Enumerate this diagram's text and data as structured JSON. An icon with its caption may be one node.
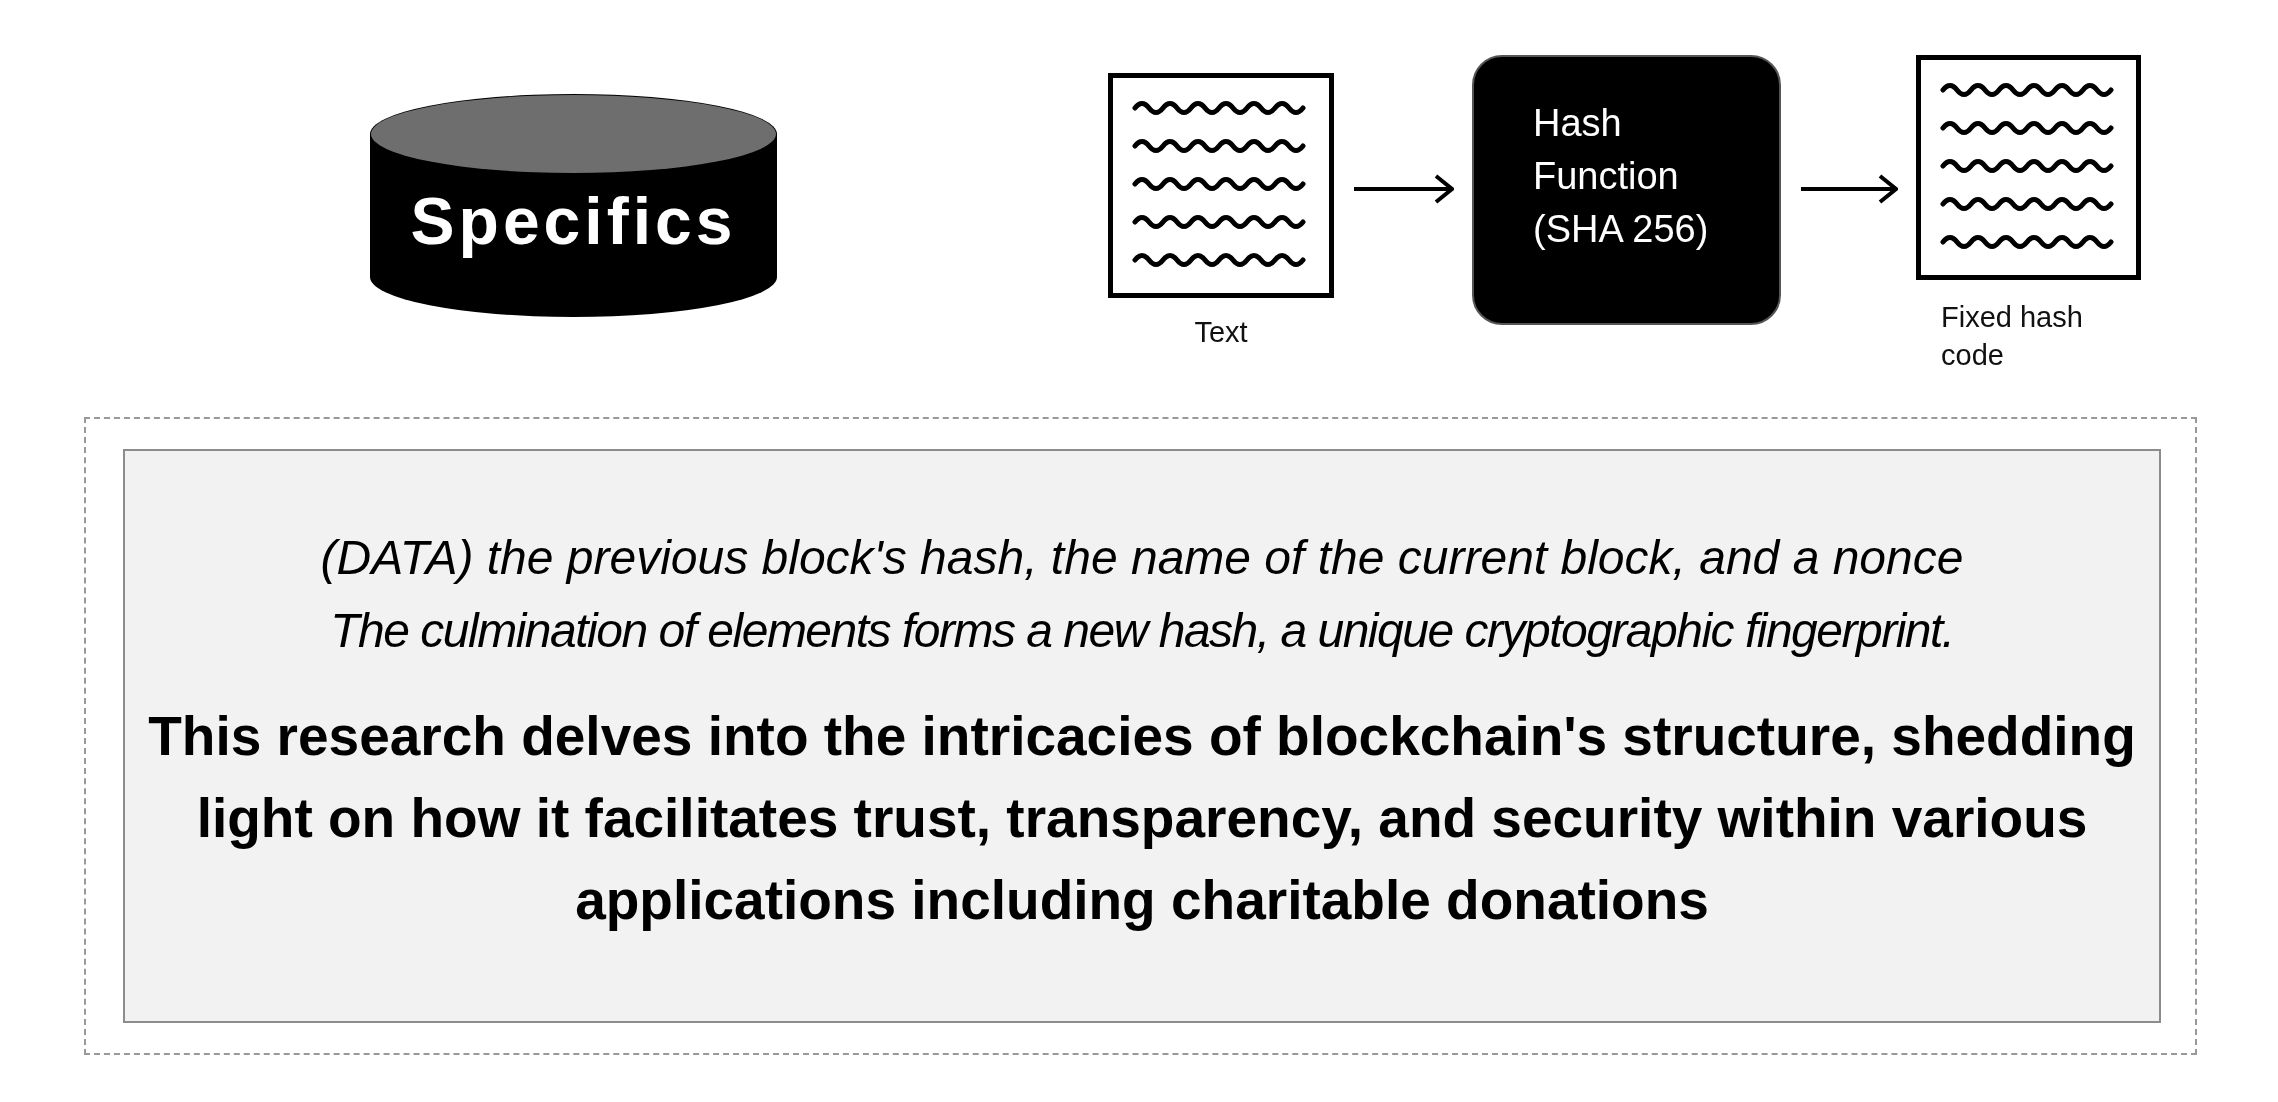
{
  "diagram": {
    "nodes": [
      {
        "text": [
          "Specifics"
        ]
      },
      {
        "text": [],
        "shape": "box",
        "beside": [
          "Text"
        ]
      },
      {
        "text": [
          "Hash Function (SHA 256)"
        ]
      },
      {
        "text": [],
        "shape": "box",
        "beside": [
          "Fixed hash code"
        ]
      },
      {
        "text": [],
        "shape": "box"
      },
      {
        "text": [
          "(DATA) the previous block's hash, the name of the current block, and a nonce",
          "The culmination of elements forms a new hash, a unique cryptographic fingerprint.",
          "This research delves into the intricacies of blockchain's structure, shedding light on how it facilitates trust, transparency, and security within various applications including charitable donations"
        ],
        "in": 4
      }
    ],
    "edges": [
      {
        "from": 1,
        "to": 2,
        "arrow": "to"
      },
      {
        "from": 2,
        "to": 3,
        "arrow": "to"
      }
    ]
  }
}
